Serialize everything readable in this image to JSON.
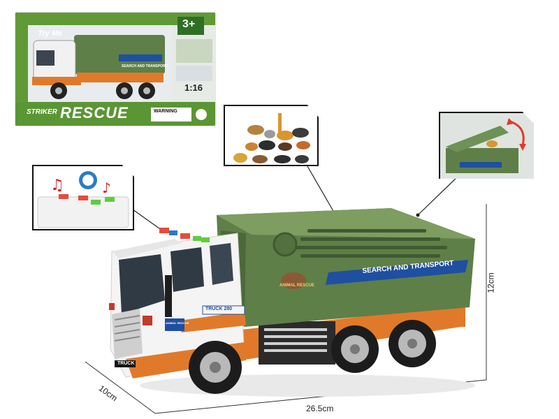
{
  "package": {
    "try_me": "Try Me",
    "age": "3+",
    "scale": "1:16",
    "brand": "STRIKER",
    "title": "RESCUE",
    "warning": "WARNING",
    "truck_side_text": "SEARCH AND TRANSPORT"
  },
  "truck": {
    "side_banner": "SEARCH AND TRANSPORT",
    "logo_text": "ANIMAL RESCUE",
    "cab_label": "TRUCK 280",
    "plate": "TRUCK",
    "door_badge": "ANIMAL RESCUE"
  },
  "dimensions": {
    "length": "26.5cm",
    "height": "12cm",
    "width": "10cm"
  },
  "callouts": {
    "sound_light": "sound-and-light-feature",
    "animals": "included-animal-figures",
    "tilting_box": "tilting-cargo-box"
  },
  "colors": {
    "army_green": "#5e7f48",
    "cab_white": "#f4f4f4",
    "chassis_orange": "#e07a2a",
    "banner_blue": "#1f4fa0",
    "package_green": "#6a9a3a"
  }
}
